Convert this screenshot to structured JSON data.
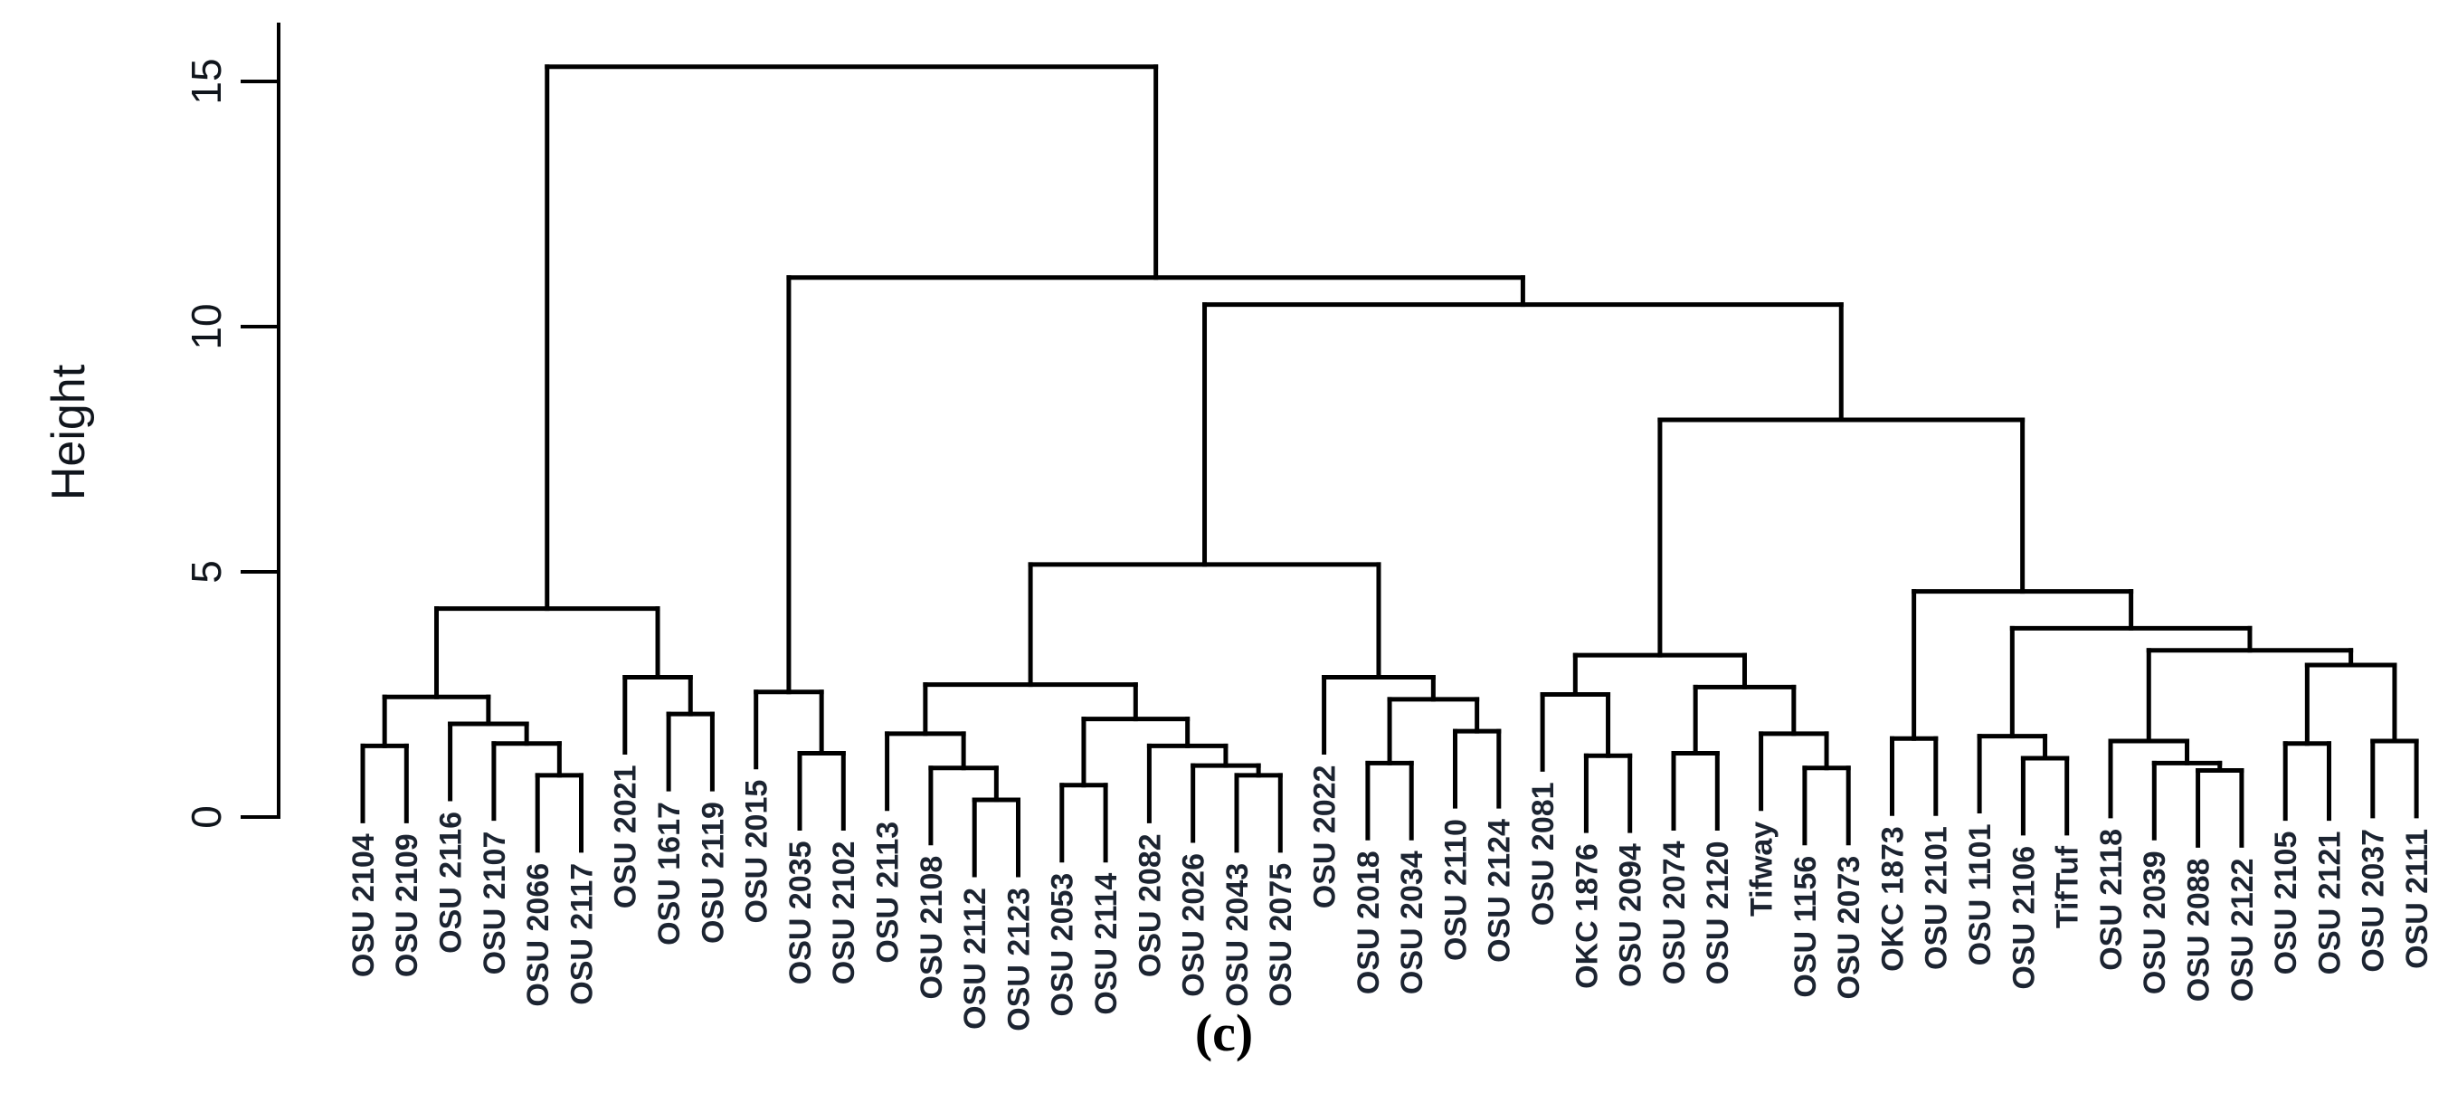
{
  "caption": "(c)",
  "colors": {
    "background": "#ffffff",
    "tree_line": "#000000",
    "axis_line": "#000000",
    "leaf_label": "#1c2431",
    "tick_label": "#10151c",
    "caption_color": "#000000"
  },
  "chart_data": {
    "type": "dendrogram",
    "title": "",
    "ylabel": "Height",
    "yticks": [
      0,
      5,
      10,
      15
    ],
    "ylim": [
      0,
      16.2
    ],
    "grid": false,
    "legend": false,
    "orientation": "leaves-bottom",
    "leaf_label_rotation": 90,
    "hang": 1.53,
    "root_height": 15.3,
    "leaf_order": [
      "OSU 2104",
      "OSU 2109",
      "OSU 2116",
      "OSU 2107",
      "OSU 2066",
      "OSU 2117",
      "OSU 2021",
      "OSU 1617",
      "OSU 2119",
      "OSU 2015",
      "OSU 2035",
      "OSU 2102",
      "OSU 2113",
      "OSU 2108",
      "OSU 2112",
      "OSU 2123",
      "OSU 2053",
      "OSU 2114",
      "OSU 2082",
      "OSU 2026",
      "OSU 2043",
      "OSU 2075",
      "OSU 2022",
      "OSU 2018",
      "OSU 2034",
      "OSU 2110",
      "OSU 2124",
      "OSU 2081",
      "OKC 1876",
      "OSU 2094",
      "OSU 2074",
      "OSU 2120",
      "Tifway",
      "OSU 1156",
      "OSU 2073",
      "OKC 1873",
      "OSU 2101",
      "OSU 1101",
      "OSU 2106",
      "TifTuf",
      "OSU 2118",
      "OSU 2039",
      "OSU 2088",
      "OSU 2122",
      "OSU 2105",
      "OSU 2121",
      "OSU 2037",
      "OSU 2111"
    ],
    "tree": {
      "h": 15.3,
      "c": [
        {
          "h": 4.25,
          "c": [
            {
              "h": 2.45,
              "c": [
                {
                  "h": 1.45,
                  "c": [
                    "OSU 2104",
                    "OSU 2109"
                  ]
                },
                {
                  "h": 1.9,
                  "c": [
                    "OSU 2116",
                    {
                      "h": 1.5,
                      "c": [
                        "OSU 2107",
                        {
                          "h": 0.85,
                          "c": [
                            "OSU 2066",
                            "OSU 2117"
                          ]
                        }
                      ]
                    }
                  ]
                }
              ]
            },
            {
              "h": 2.85,
              "c": [
                "OSU 2021",
                {
                  "h": 2.1,
                  "c": [
                    "OSU 1617",
                    "OSU 2119"
                  ]
                }
              ]
            }
          ]
        },
        {
          "h": 11.0,
          "c": [
            {
              "h": 2.55,
              "c": [
                "OSU 2015",
                {
                  "h": 1.3,
                  "c": [
                    "OSU 2035",
                    "OSU 2102"
                  ]
                }
              ]
            },
            {
              "h": 10.45,
              "c": [
                {
                  "h": 5.15,
                  "c": [
                    {
                      "h": 2.7,
                      "c": [
                        {
                          "h": 1.7,
                          "c": [
                            "OSU 2113",
                            {
                              "h": 1.0,
                              "c": [
                                "OSU 2108",
                                {
                                  "h": 0.35,
                                  "c": [
                                    "OSU 2112",
                                    "OSU 2123"
                                  ]
                                }
                              ]
                            }
                          ]
                        },
                        {
                          "h": 2.0,
                          "c": [
                            {
                              "h": 0.65,
                              "c": [
                                "OSU 2053",
                                "OSU 2114"
                              ]
                            },
                            {
                              "h": 1.45,
                              "c": [
                                "OSU 2082",
                                {
                                  "h": 1.05,
                                  "c": [
                                    "OSU 2026",
                                    {
                                      "h": 0.85,
                                      "c": [
                                        "OSU 2043",
                                        "OSU 2075"
                                      ]
                                    }
                                  ]
                                }
                              ]
                            }
                          ]
                        }
                      ]
                    },
                    {
                      "h": 2.85,
                      "c": [
                        "OSU 2022",
                        {
                          "h": 2.4,
                          "c": [
                            {
                              "h": 1.1,
                              "c": [
                                "OSU 2018",
                                "OSU 2034"
                              ]
                            },
                            {
                              "h": 1.75,
                              "c": [
                                "OSU 2110",
                                "OSU 2124"
                              ]
                            }
                          ]
                        }
                      ]
                    }
                  ]
                },
                {
                  "h": 8.1,
                  "c": [
                    {
                      "h": 3.3,
                      "c": [
                        {
                          "h": 2.5,
                          "c": [
                            "OSU 2081",
                            {
                              "h": 1.25,
                              "c": [
                                "OKC 1876",
                                "OSU 2094"
                              ]
                            }
                          ]
                        },
                        {
                          "h": 2.65,
                          "c": [
                            {
                              "h": 1.3,
                              "c": [
                                "OSU 2074",
                                "OSU 2120"
                              ]
                            },
                            {
                              "h": 1.7,
                              "c": [
                                "Tifway",
                                {
                                  "h": 1.0,
                                  "c": [
                                    "OSU 1156",
                                    "OSU 2073"
                                  ]
                                }
                              ]
                            }
                          ]
                        }
                      ]
                    },
                    {
                      "h": 4.6,
                      "c": [
                        {
                          "h": 1.6,
                          "c": [
                            "OKC 1873",
                            "OSU 2101"
                          ]
                        },
                        {
                          "h": 3.85,
                          "c": [
                            {
                              "h": 1.65,
                              "c": [
                                "OSU 1101",
                                {
                                  "h": 1.2,
                                  "c": [
                                    "OSU 2106",
                                    "TifTuf"
                                  ]
                                }
                              ]
                            },
                            {
                              "h": 3.4,
                              "c": [
                                {
                                  "h": 1.55,
                                  "c": [
                                    "OSU 2118",
                                    {
                                      "h": 1.1,
                                      "c": [
                                        "OSU 2039",
                                        {
                                          "h": 0.95,
                                          "c": [
                                            "OSU 2088",
                                            "OSU 2122"
                                          ]
                                        }
                                      ]
                                    }
                                  ]
                                },
                                {
                                  "h": 3.1,
                                  "c": [
                                    {
                                      "h": 1.5,
                                      "c": [
                                        "OSU 2105",
                                        "OSU 2121"
                                      ]
                                    },
                                    {
                                      "h": 1.55,
                                      "c": [
                                        "OSU 2037",
                                        "OSU 2111"
                                      ]
                                    }
                                  ]
                                }
                              ]
                            }
                          ]
                        }
                      ]
                    }
                  ]
                }
              ]
            }
          ]
        }
      ]
    }
  }
}
